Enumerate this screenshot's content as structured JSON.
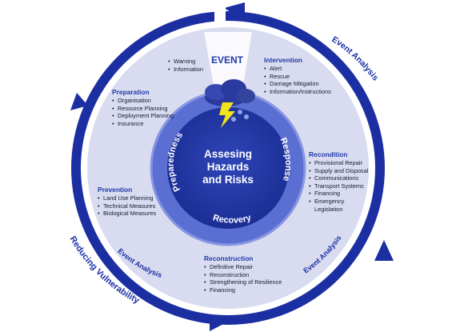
{
  "center": {
    "lines": [
      "Assesing",
      "Hazards",
      "and Risks"
    ]
  },
  "inner_ring": {
    "preparedness": "Preparedness",
    "response": "Response",
    "recovery": "Recovery"
  },
  "outer_labels": {
    "event_analysis_top": "Event Analysis",
    "event_analysis_left": "Event Analysis",
    "event_analysis_bottom": "Event Analysis",
    "reducing_vulnerability": "Reducing Vulnerability"
  },
  "event": {
    "title": "EVENT",
    "items": [
      "Warning",
      "Information"
    ]
  },
  "sections": {
    "preparation": {
      "title": "Preparation",
      "items": [
        "Organisation",
        "Resource Planning",
        "Deployment Planning",
        "Insurance"
      ]
    },
    "intervention": {
      "title": "Intervention",
      "items": [
        "Alert",
        "Rescue",
        "Damage Mitigation",
        "Information/Instructions"
      ]
    },
    "recondition": {
      "title": "Recondition",
      "items": [
        "Provisional Repair",
        "Supply and Disposal",
        "Communications",
        "Transport Systems",
        "Financing",
        "Emergency",
        "Legislation"
      ]
    },
    "prevention": {
      "title": "Prevention",
      "items": [
        "Land Use Planning",
        "Technical Measures",
        "Biological Measures"
      ]
    },
    "reconstruction": {
      "title": "Reconstruction",
      "items": [
        "Definitive Repair",
        "Reconstruction",
        "Strengthening of Resilience",
        "Financing"
      ]
    }
  },
  "colors": {
    "outer_ring": "#1b2fa3",
    "disc": "#d9dcf0",
    "inner_ring": "#5b6fd3",
    "center": "#1f3399",
    "text_blue": "#1f39a8"
  },
  "icons": [
    "storm-cloud-icon",
    "lightning-icon"
  ]
}
